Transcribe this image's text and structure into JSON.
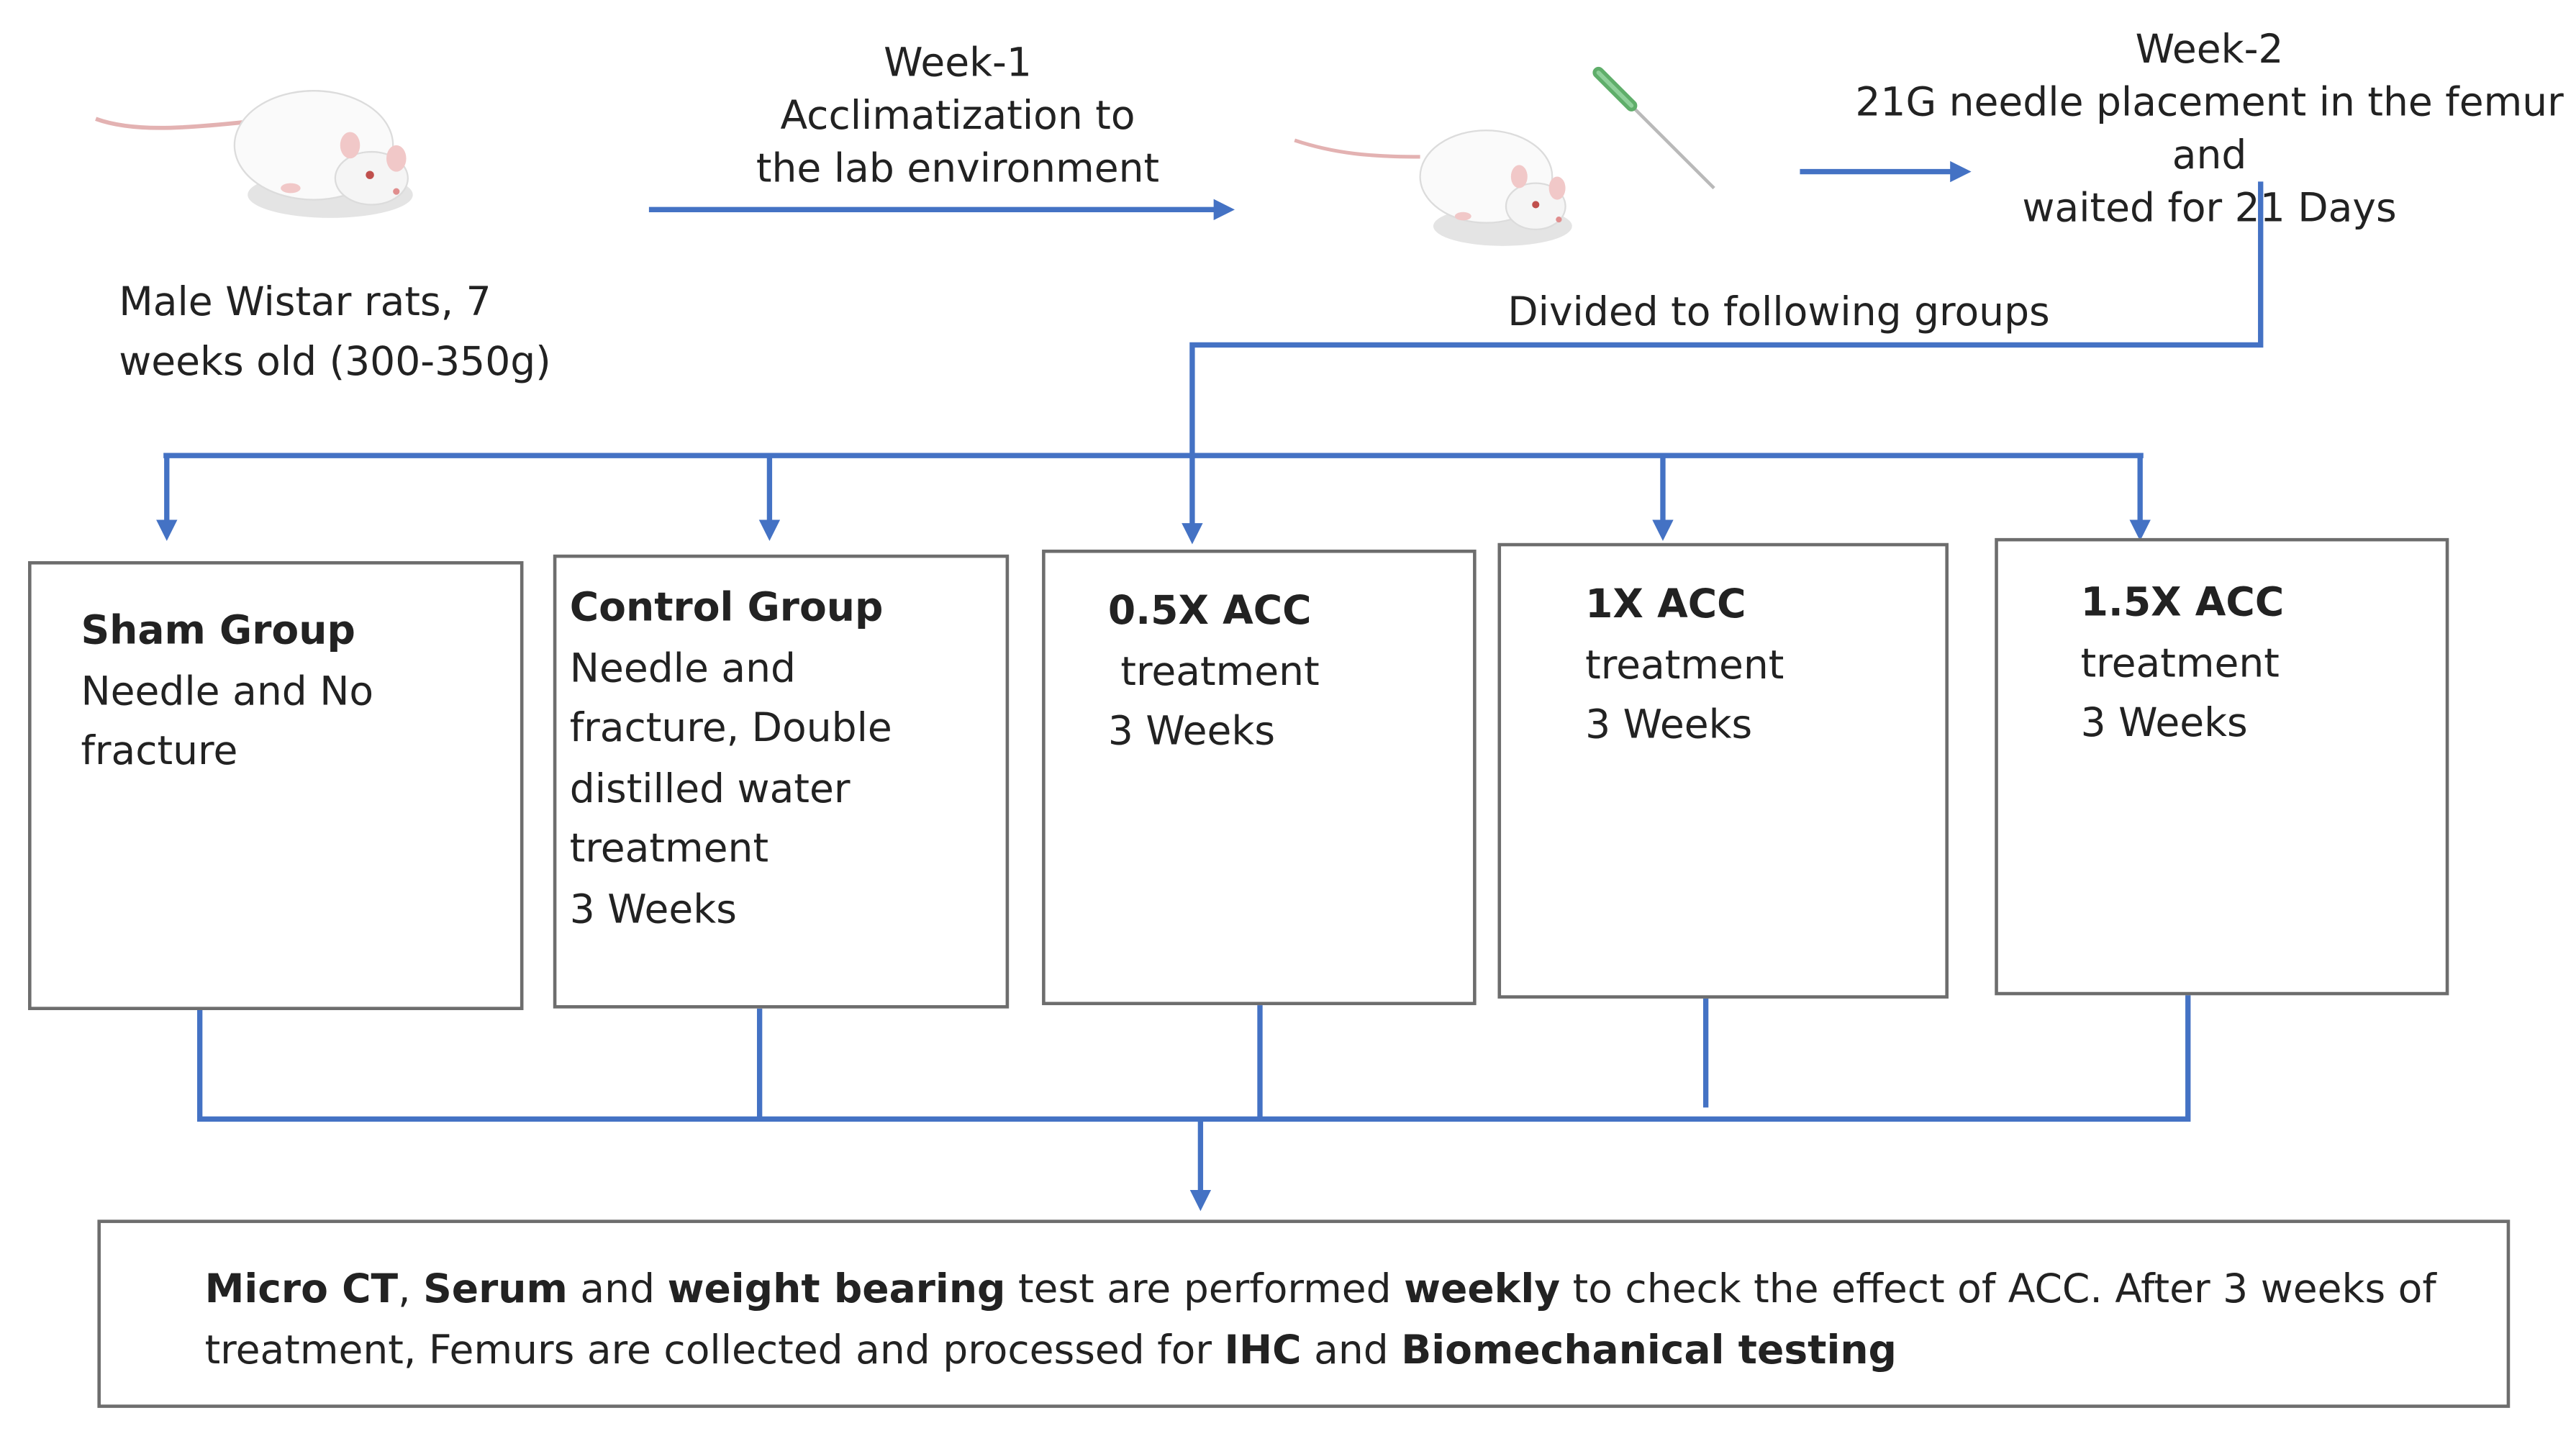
{
  "colors": {
    "flow_line": "#4472C4",
    "box_border": "#6d6d6d",
    "text": "#222222"
  },
  "start": {
    "subject_line1": "Male Wistar rats, 7",
    "subject_line2": "weeks old (300-350g)"
  },
  "week1": {
    "line1": "Week-1",
    "line2": "Acclimatization to",
    "line3": "the lab environment"
  },
  "week2": {
    "line1": "Week-2",
    "line2": "21G needle placement in the femur and",
    "line3": "waited for 21 Days"
  },
  "divided_label": "Divided to following groups",
  "groups": [
    {
      "title": "Sham Group",
      "lines": [
        "",
        "Needle and No",
        "fracture"
      ]
    },
    {
      "title": "Control Group",
      "lines": [
        "",
        "Needle and",
        "fracture, Double",
        "distilled water",
        "treatment",
        "3 Weeks"
      ]
    },
    {
      "title": "0.5X ACC",
      "lines": [
        " treatment",
        "3 Weeks"
      ]
    },
    {
      "title": "1X ACC",
      "lines": [
        "treatment",
        "3 Weeks"
      ]
    },
    {
      "title": "1.5X ACC",
      "lines": [
        "treatment",
        "3 Weeks"
      ]
    }
  ],
  "final_box": {
    "parts": [
      {
        "text": "Micro CT",
        "bold": true
      },
      {
        "text": ", ",
        "bold": false
      },
      {
        "text": "Serum",
        "bold": true
      },
      {
        "text": " and ",
        "bold": false
      },
      {
        "text": "weight bearing",
        "bold": true
      },
      {
        "text": " test are performed ",
        "bold": false
      },
      {
        "text": "weekly",
        "bold": true
      },
      {
        "text": " to check the effect of ACC. After 3 weeks of treatment, Femurs are collected and processed for ",
        "bold": false
      },
      {
        "text": "IHC",
        "bold": true
      },
      {
        "text": " and ",
        "bold": false
      },
      {
        "text": "Biomechanical testing",
        "bold": true
      }
    ]
  },
  "icons": {
    "rat_large": "white-rat-icon",
    "rat_small": "white-rat-icon",
    "needle": "needle-icon"
  }
}
